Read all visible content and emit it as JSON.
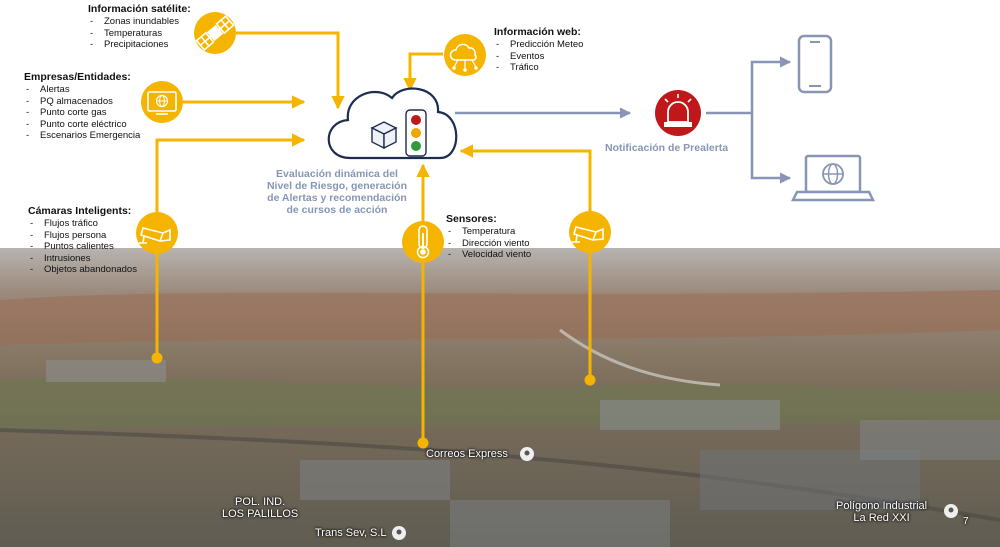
{
  "sections": {
    "satelite": {
      "title": "Información satélite:",
      "items": [
        "Zonas inundables",
        "Temperaturas",
        "Precipitaciones"
      ]
    },
    "empresas": {
      "title": "Empresas/Entidades:",
      "items": [
        "Alertas",
        "PQ almacenados",
        "Punto corte gas",
        "Punto corte eléctrico",
        "Escenarios Emergencia"
      ]
    },
    "camaras": {
      "title": "Cámaras Inteligents:",
      "items": [
        "Flujos tráfico",
        "Flujos persona",
        "Puntos calientes",
        "Intrusiones",
        "Objetos abandonados"
      ]
    },
    "web": {
      "title": "Información web:",
      "items": [
        "Predicción Meteo",
        "Eventos",
        "Tráfico"
      ]
    },
    "sensores": {
      "title": "Sensores:",
      "items": [
        "Temperatura",
        "Dirección viento",
        "Velocidad viento"
      ]
    }
  },
  "center": {
    "label_lines": [
      "Evaluación dinámica del",
      "Nivel de Riesgo, generación",
      "de Alertas y recomendación",
      "de cursos de acción"
    ]
  },
  "notification": {
    "label": "Notificación de Prealerta"
  },
  "map_labels": {
    "correos": "Correos Express",
    "pol_line1": "POL. IND.",
    "pol_line2": "LOS PALILLOS",
    "trans": "Trans Sev, S.L",
    "poligono_line1": "Polígono Industrial",
    "poligono_line2": "La Red XXI",
    "corner_num": "7"
  },
  "colors": {
    "accent": "#f5b400",
    "notify": "#8796b4",
    "alarm": "#c0171b",
    "cloud": "#1e2d4f"
  },
  "icons": {
    "satelite": "satellite-icon",
    "empresas": "web-monitor-icon",
    "web": "cloud-network-icon",
    "camaras": "security-camera-icon",
    "sensores": "thermometer-icon",
    "sensor_camera": "security-camera-icon",
    "center": "cloud-traffic-light-icon",
    "alarm": "alarm-siren-icon",
    "phone": "smartphone-icon",
    "laptop": "laptop-icon"
  }
}
